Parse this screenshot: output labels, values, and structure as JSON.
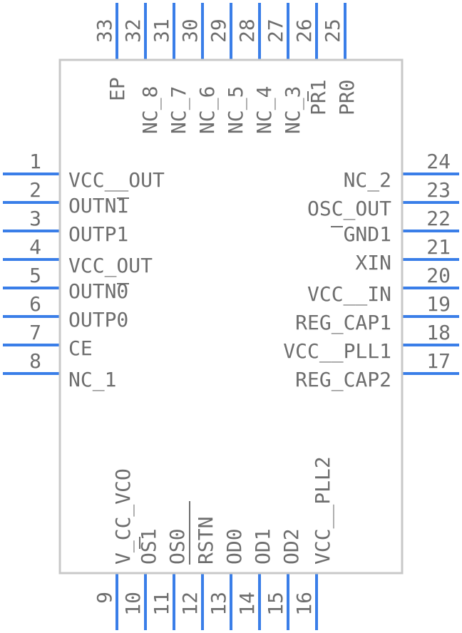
{
  "component": {
    "left_pins": [
      {
        "number": "1",
        "name": "VCC__OUT"
      },
      {
        "number": "2",
        "name": "OUTN1"
      },
      {
        "number": "3",
        "name": "OUTP1"
      },
      {
        "number": "4",
        "name": "VCC_OUT"
      },
      {
        "number": "5",
        "name": "OUTN0"
      },
      {
        "number": "6",
        "name": "OUTP0"
      },
      {
        "number": "7",
        "name": "CE"
      },
      {
        "number": "8",
        "name": "NC_1"
      }
    ],
    "right_pins": [
      {
        "number": "24",
        "name": "NC_2"
      },
      {
        "number": "23",
        "name": "OSC_OUT"
      },
      {
        "number": "22",
        "name": "GND1"
      },
      {
        "number": "21",
        "name": "XIN"
      },
      {
        "number": "20",
        "name": "VCC__IN"
      },
      {
        "number": "19",
        "name": "REG_CAP1"
      },
      {
        "number": "18",
        "name": "VCC__PLL1"
      },
      {
        "number": "17",
        "name": "REG_CAP2"
      }
    ],
    "top_pins": [
      {
        "number": "33",
        "name": "EP"
      },
      {
        "number": "32",
        "name": "NC_8"
      },
      {
        "number": "31",
        "name": "NC_7"
      },
      {
        "number": "30",
        "name": "NC_6"
      },
      {
        "number": "29",
        "name": "NC_5"
      },
      {
        "number": "28",
        "name": "NC_4"
      },
      {
        "number": "27",
        "name": "NC_3"
      },
      {
        "number": "26",
        "name": "PR1"
      },
      {
        "number": "25",
        "name": "PR0"
      }
    ],
    "bottom_pins": [
      {
        "number": "9",
        "name": "V_CC_VCO"
      },
      {
        "number": "10",
        "name": "OS1"
      },
      {
        "number": "11",
        "name": "OS0"
      },
      {
        "number": "12",
        "name": "RSTN"
      },
      {
        "number": "13",
        "name": "OD0"
      },
      {
        "number": "14",
        "name": "OD1"
      },
      {
        "number": "15",
        "name": "OD2"
      },
      {
        "number": "16",
        "name": "VCC__PLL2"
      }
    ],
    "colors": {
      "pin": "#3a7ee8",
      "outline": "#c8c8c8",
      "text": "#6e6e6e"
    }
  }
}
